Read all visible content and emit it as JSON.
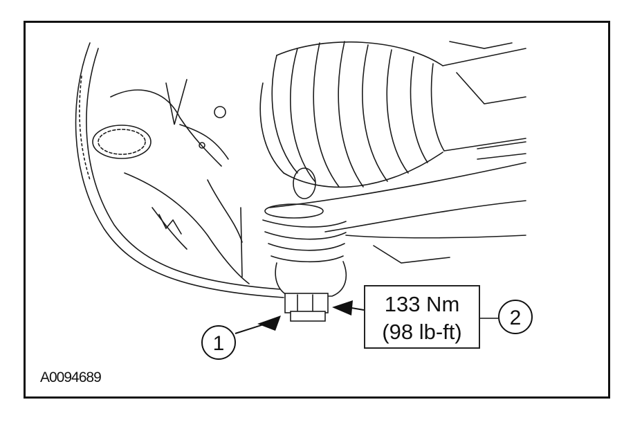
{
  "figure": {
    "callouts": [
      {
        "number": "1"
      },
      {
        "number": "2"
      }
    ],
    "torque": {
      "metric": "133 Nm",
      "imperial": "(98 lb-ft)"
    },
    "figure_id": "A0094689"
  },
  "colors": {
    "line": "#111111",
    "background": "#ffffff"
  }
}
